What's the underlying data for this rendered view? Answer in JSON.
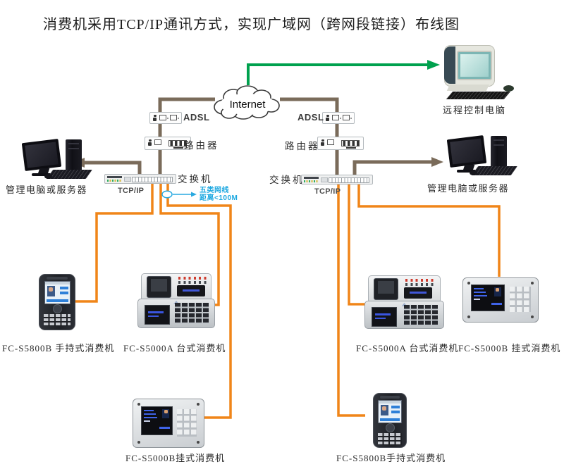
{
  "title": "消费机采用TCP/IP通讯方式，实现广域网（跨网段链接）布线图",
  "internet": {
    "label": "Internet"
  },
  "left": {
    "adsl": "ADSL",
    "router": "路由器",
    "switch": "交换机",
    "tcpip": "TCP/IP",
    "computer": "管理电脑或服务器"
  },
  "right": {
    "adsl": "ADSL",
    "router": "路由器",
    "switch": "交换机",
    "tcpip": "TCP/IP",
    "computer": "管理电脑或服务器"
  },
  "remote_computer": "远程控制电脑",
  "callout": {
    "line1": "五类网线",
    "line2": "距离<100M"
  },
  "devices": {
    "left_handheld": "FC-S5800B 手持式消费机",
    "left_desktop": "FC-S5000A 台式消费机",
    "bottom_wallmount": "FC-S5000B挂式消费机",
    "right_desktop": "FC-S5000A 台式消费机",
    "right_wallmount": "FC-S5000B 挂式消费机",
    "right_handheld": "FC-S5800B手持式消费机"
  },
  "colors": {
    "orange": "#F08519",
    "brown": "#7A6B5A",
    "green": "#00A14E",
    "blue": "#29A9E0",
    "blue_text": "#1BA7E0"
  }
}
